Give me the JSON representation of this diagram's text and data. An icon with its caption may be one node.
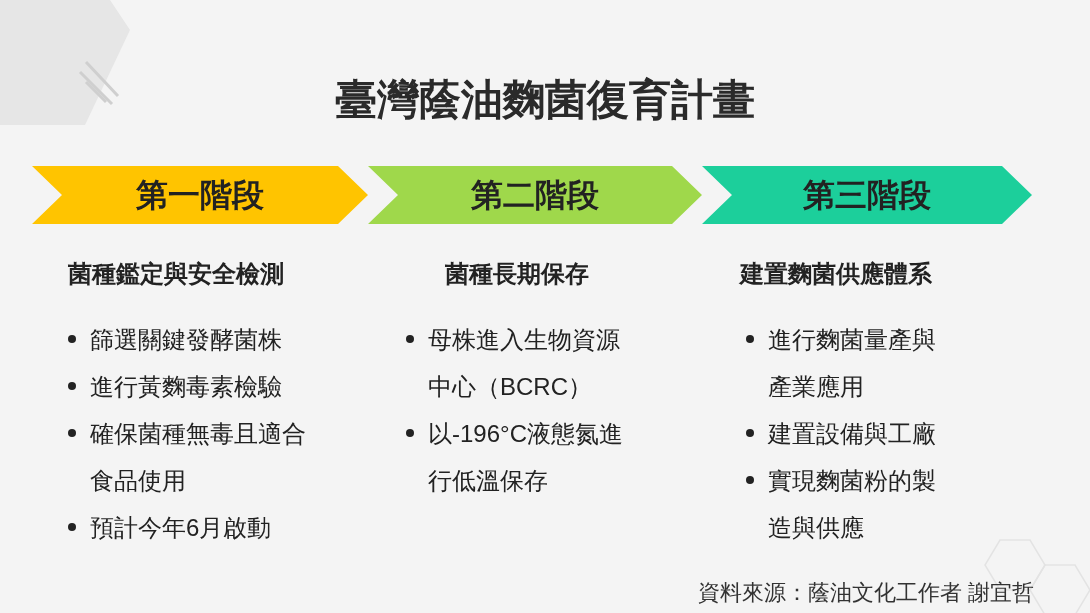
{
  "diagram": {
    "title": "臺灣蔭油麴菌復育計畫",
    "nodes": [
      {
        "text": [
          "第一階段"
        ],
        "beside": [
          "菌種鑑定與安全檢測",
          "篩選關鍵發酵菌株",
          "進行黃麴毒素檢驗",
          "確保菌種無毒且適合食品使用",
          "預計今年6月啟動"
        ]
      },
      {
        "text": [
          "第二階段"
        ],
        "beside": [
          "菌種長期保存",
          "母株進入生物資源中心（BCRC）",
          "以-196°C液態氮進行低溫保存"
        ]
      },
      {
        "text": [
          "第三階段"
        ],
        "beside": [
          "建置麴菌供應體系",
          "進行麴菌量產與產業應用",
          "建置設備與工廠",
          "實現麴菌粉的製造與供應"
        ]
      }
    ],
    "edges": [],
    "caption": "資料來源：蔭油文化工作者 謝宜哲"
  }
}
